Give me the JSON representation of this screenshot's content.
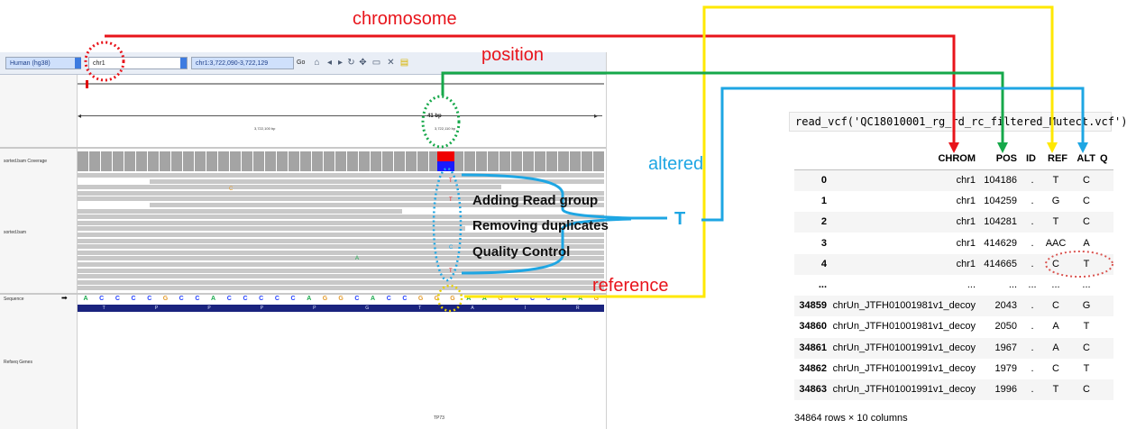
{
  "igv": {
    "genome": "Human (hg38)",
    "chromosome": "chr1",
    "locus": "chr1:3,722,090-3,722,129",
    "go_label": "Go",
    "ruler_span": "41 bp",
    "ruler_tick_left": "3,722,100 bp",
    "ruler_tick_right": "3,722,110 bp",
    "coverage_track": "sorted.bam Coverage",
    "coverage_range": "[0 - 70]",
    "reads_track": "sorted.bam",
    "sequence_track": "Sequence",
    "sequence_arrow": "➡",
    "refseq_track": "Refseq Genes",
    "gene_name": "TP73",
    "sequence": [
      "A",
      "C",
      "C",
      "C",
      "C",
      "G",
      "C",
      "C",
      "A",
      "C",
      "C",
      "C",
      "C",
      "C",
      "A",
      "G",
      "G",
      "C",
      "A",
      "C",
      "C",
      "G",
      "G",
      "G",
      "A",
      "A",
      "G",
      "C",
      "C",
      "C",
      "A",
      "A",
      "G"
    ],
    "amino_acids": [
      "T",
      "P",
      "P",
      "P",
      "P",
      "G",
      "T",
      "A",
      "I",
      "R"
    ],
    "mismatch_base": "T",
    "mismatch_base_alt": "C",
    "mismatch_base_green": "A"
  },
  "annotations": {
    "chromosome": "chromosome",
    "position": "position",
    "altered": "altered",
    "reference": "reference",
    "alt_base": "T",
    "steps": [
      "Adding Read group",
      "Removing duplicates",
      "Quality Control"
    ]
  },
  "colors": {
    "chromosome": "#e8141b",
    "position": "#16a84a",
    "altered": "#1ea6e3",
    "reference": "#ffe800",
    "reference_text": "#e8141b",
    "ref_circle": "#d9534f",
    "coverage_red": "#f00000",
    "coverage_blue": "#1a1aff",
    "aa_bar": "#1a237e"
  },
  "vcf": {
    "code": "read_vcf('QC18010001_rg_rd_rc_filtered_Mutect.vcf')",
    "columns": [
      "CHROM",
      "POS",
      "ID",
      "REF",
      "ALT",
      "Q"
    ],
    "rows": [
      {
        "idx": "0",
        "chrom": "chr1",
        "pos": "104186",
        "id": ".",
        "ref": "T",
        "alt": "C"
      },
      {
        "idx": "1",
        "chrom": "chr1",
        "pos": "104259",
        "id": ".",
        "ref": "G",
        "alt": "C"
      },
      {
        "idx": "2",
        "chrom": "chr1",
        "pos": "104281",
        "id": ".",
        "ref": "T",
        "alt": "C"
      },
      {
        "idx": "3",
        "chrom": "chr1",
        "pos": "414629",
        "id": ".",
        "ref": "AAC",
        "alt": "A"
      },
      {
        "idx": "4",
        "chrom": "chr1",
        "pos": "414665",
        "id": ".",
        "ref": "C",
        "alt": "T"
      },
      {
        "idx": "...",
        "chrom": "...",
        "pos": "...",
        "id": "...",
        "ref": "...",
        "alt": "..."
      },
      {
        "idx": "34859",
        "chrom": "chrUn_JTFH01001981v1_decoy",
        "pos": "2043",
        "id": ".",
        "ref": "C",
        "alt": "G"
      },
      {
        "idx": "34860",
        "chrom": "chrUn_JTFH01001981v1_decoy",
        "pos": "2050",
        "id": ".",
        "ref": "A",
        "alt": "T"
      },
      {
        "idx": "34861",
        "chrom": "chrUn_JTFH01001991v1_decoy",
        "pos": "1967",
        "id": ".",
        "ref": "A",
        "alt": "C"
      },
      {
        "idx": "34862",
        "chrom": "chrUn_JTFH01001991v1_decoy",
        "pos": "1979",
        "id": ".",
        "ref": "C",
        "alt": "T"
      },
      {
        "idx": "34863",
        "chrom": "chrUn_JTFH01001991v1_decoy",
        "pos": "1996",
        "id": ".",
        "ref": "T",
        "alt": "C"
      }
    ],
    "footer": "34864 rows × 10 columns"
  }
}
